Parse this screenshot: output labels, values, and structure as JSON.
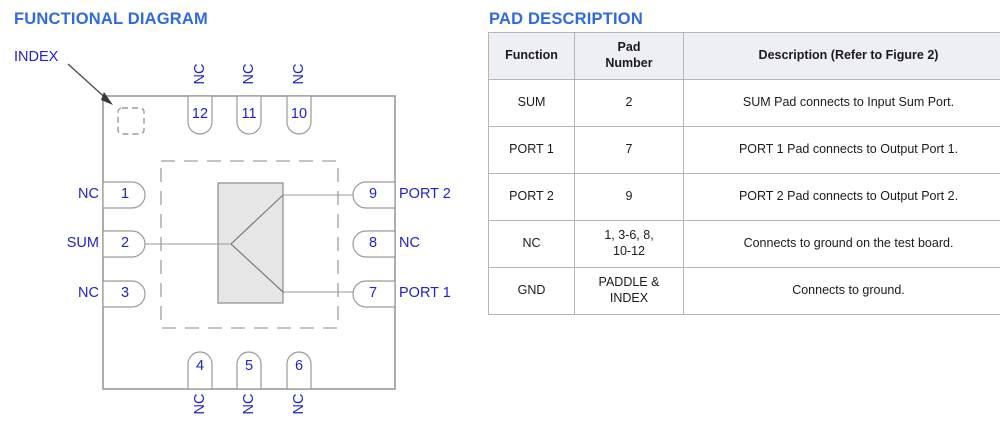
{
  "titles": {
    "functional_diagram": "FUNCTIONAL DIAGRAM",
    "pad_description": "PAD DESCRIPTION"
  },
  "colors": {
    "title_blue": "#2f6ae0",
    "label_blue": "#2222cc",
    "table_header_bg": "#eeeef5",
    "table_border": "#b4b4bb",
    "die_fill": "#e6e6e6",
    "outline_gray": "#9a9a9a"
  },
  "diagram": {
    "index_label": "INDEX",
    "pins_left": [
      {
        "number": "1",
        "name": "NC"
      },
      {
        "number": "2",
        "name": "SUM"
      },
      {
        "number": "3",
        "name": "NC"
      }
    ],
    "pins_bottom": [
      {
        "number": "4",
        "name": "NC"
      },
      {
        "number": "5",
        "name": "NC"
      },
      {
        "number": "6",
        "name": "NC"
      }
    ],
    "pins_right": [
      {
        "number": "9",
        "name": "PORT 2"
      },
      {
        "number": "8",
        "name": "NC"
      },
      {
        "number": "7",
        "name": "PORT 1"
      }
    ],
    "pins_top": [
      {
        "number": "12",
        "name": "NC"
      },
      {
        "number": "11",
        "name": "NC"
      },
      {
        "number": "10",
        "name": "NC"
      }
    ]
  },
  "pad_table": {
    "headers": [
      "Function",
      "Pad\nNumber",
      "Description (Refer to Figure 2)"
    ],
    "header_function": "Function",
    "header_padnumber_line1": "Pad",
    "header_padnumber_line2": "Number",
    "header_description": "Description (Refer to Figure 2)",
    "rows": [
      {
        "function": "SUM",
        "pad_number": "2",
        "pad_number_line2": "",
        "description": "SUM Pad connects to Input Sum Port."
      },
      {
        "function": "PORT 1",
        "pad_number": "7",
        "pad_number_line2": "",
        "description": "PORT 1 Pad connects to Output Port 1."
      },
      {
        "function": "PORT 2",
        "pad_number": "9",
        "pad_number_line2": "",
        "description": "PORT 2 Pad connects to Output Port 2."
      },
      {
        "function": "NC",
        "pad_number": "1, 3-6, 8,",
        "pad_number_line2": "10-12",
        "description": "Connects to ground on the test board."
      },
      {
        "function": "GND",
        "pad_number": "PADDLE &",
        "pad_number_line2": "INDEX",
        "description": "Connects to ground."
      }
    ]
  }
}
